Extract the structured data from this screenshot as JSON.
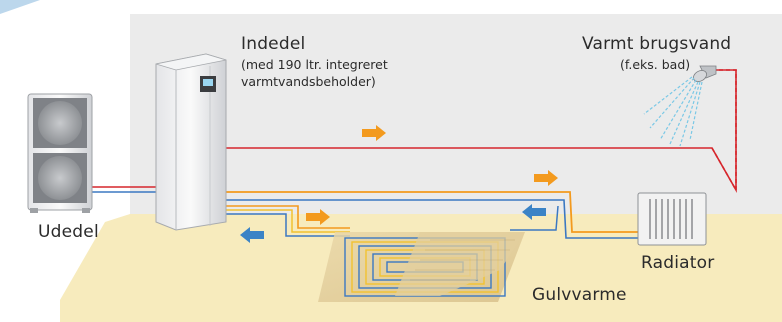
{
  "labels": {
    "indoor_title": "Indedel",
    "indoor_note_line1": "(med 190 ltr. integreret",
    "indoor_note_line2": "varmtvandsbeholder)",
    "hot_water_title": "Varmt brugsvand",
    "hot_water_note": "(f.eks. bad)",
    "outdoor": "Udedel",
    "radiator": "Radiator",
    "floor_heating": "Gulvvarme"
  },
  "colors": {
    "wall": "#ebebeb",
    "floor": "#f7ebbd",
    "supply_pipe": "#d6262c",
    "return_pipe": "#3b78c2",
    "heating_supply": "#f39a1e",
    "floor_loop_yellow": "#f2c230",
    "arrow_orange": "#f39a1e",
    "arrow_blue": "#3b83c6",
    "spray": "#7ac8e6"
  },
  "icons": {
    "shower": "shower-head-icon",
    "flow_arrows": "flow-arrow-icon"
  }
}
